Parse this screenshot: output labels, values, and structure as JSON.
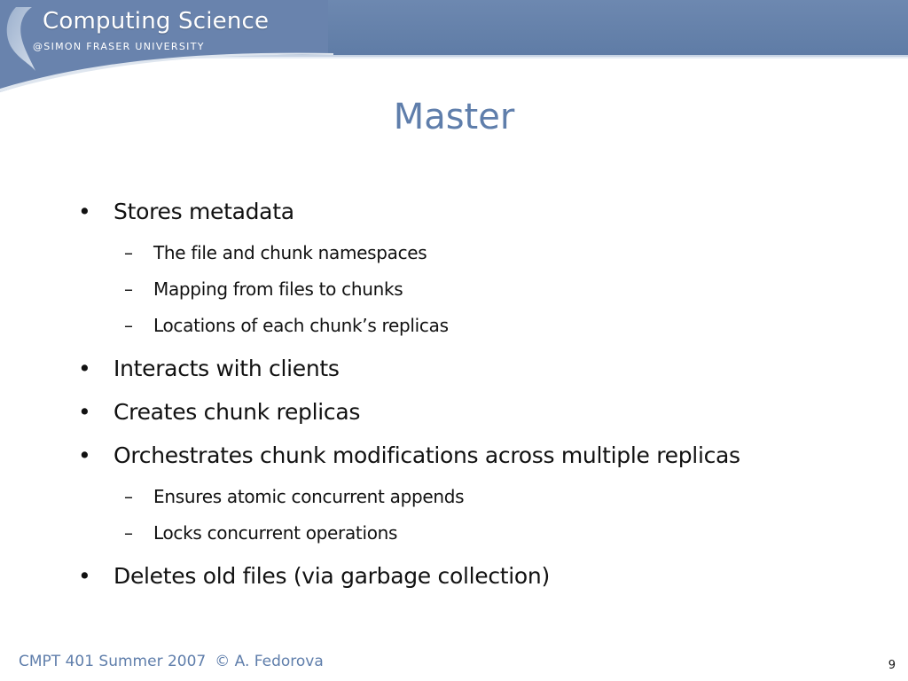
{
  "header": {
    "brand_title": "Computing Science",
    "brand_subtitle": "@SIMON FRASER UNIVERSITY",
    "accent_color": "#6d88b0"
  },
  "slide": {
    "title": "Master",
    "title_color": "#5f7eab",
    "bullets": [
      {
        "text": "Stores metadata",
        "subitems": [
          "The file and chunk namespaces",
          "Mapping from files to chunks",
          "Locations of each chunk’s replicas"
        ]
      },
      {
        "text": "Interacts with clients",
        "subitems": []
      },
      {
        "text": "Creates chunk replicas",
        "subitems": []
      },
      {
        "text": "Orchestrates chunk modifications across multiple replicas",
        "subitems": [
          "Ensures atomic concurrent appends",
          "Locks concurrent operations"
        ]
      },
      {
        "text": "Deletes old files (via garbage collection)",
        "subitems": []
      }
    ],
    "bullet_marker": "•",
    "sub_marker": "–"
  },
  "footer": {
    "course": "CMPT 401 Summer 2007",
    "copyright": "© A. Fedorova",
    "page_number": "9"
  }
}
